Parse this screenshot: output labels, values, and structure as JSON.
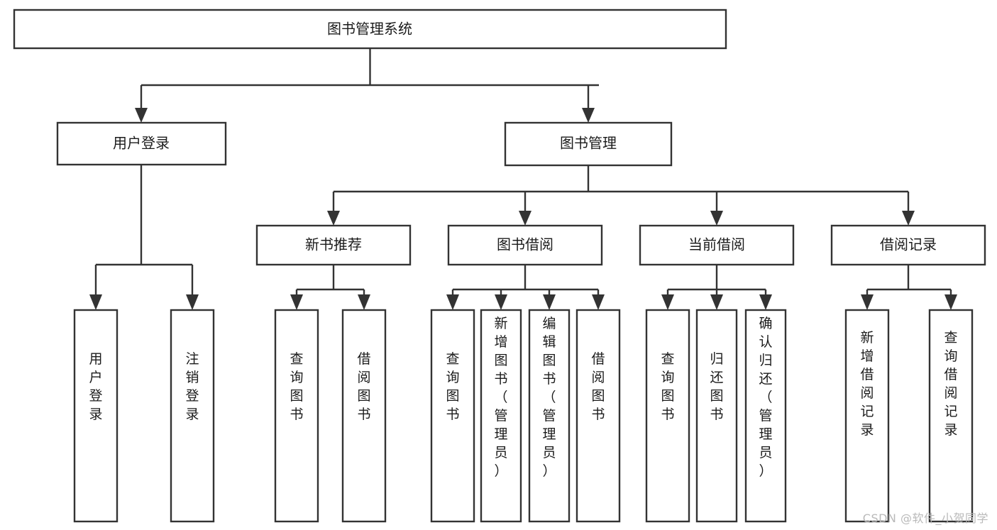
{
  "diagram": {
    "title": "图书管理系统",
    "type": "tree-hierarchy-chart",
    "root": {
      "id": "root",
      "label": "图书管理系统"
    },
    "level2": [
      {
        "id": "user-login",
        "label": "用户登录"
      },
      {
        "id": "book-manage",
        "label": "图书管理"
      }
    ],
    "level3": [
      {
        "id": "new-book-recommend",
        "label": "新书推荐",
        "parent": "book-manage"
      },
      {
        "id": "book-borrow",
        "label": "图书借阅",
        "parent": "book-manage"
      },
      {
        "id": "current-borrow",
        "label": "当前借阅",
        "parent": "book-manage"
      },
      {
        "id": "borrow-record",
        "label": "借阅记录",
        "parent": "book-manage"
      }
    ],
    "leaves": [
      {
        "id": "leaf-user-login",
        "label": "用户登录",
        "parent": "user-login"
      },
      {
        "id": "leaf-logout-login",
        "label": "注销登录",
        "parent": "user-login"
      },
      {
        "id": "leaf-query-book-1",
        "label": "查询图书",
        "parent": "new-book-recommend"
      },
      {
        "id": "leaf-borrow-book-1",
        "label": "借阅图书",
        "parent": "new-book-recommend"
      },
      {
        "id": "leaf-query-book-2",
        "label": "查询图书",
        "parent": "book-borrow"
      },
      {
        "id": "leaf-add-book",
        "label": "新增图书（管理员）",
        "parent": "book-borrow"
      },
      {
        "id": "leaf-edit-book",
        "label": "编辑图书（管理员）",
        "parent": "book-borrow"
      },
      {
        "id": "leaf-borrow-book-2",
        "label": "借阅图书",
        "parent": "book-borrow"
      },
      {
        "id": "leaf-query-book-3",
        "label": "查询图书",
        "parent": "current-borrow"
      },
      {
        "id": "leaf-return-book",
        "label": "归还图书",
        "parent": "current-borrow"
      },
      {
        "id": "leaf-confirm-return",
        "label": "确认归还（管理员）",
        "parent": "current-borrow"
      },
      {
        "id": "leaf-add-record",
        "label": "新增借阅记录",
        "parent": "borrow-record"
      },
      {
        "id": "leaf-query-record",
        "label": "查询借阅记录",
        "parent": "borrow-record"
      }
    ],
    "colors": {
      "background": "#ffffff",
      "box_fill": "#ffffff",
      "box_stroke": "#333333",
      "text": "#1b1b1b",
      "watermark": "#b9b9b9"
    }
  },
  "watermark": {
    "text": "CSDN @软件_小贺同学"
  }
}
